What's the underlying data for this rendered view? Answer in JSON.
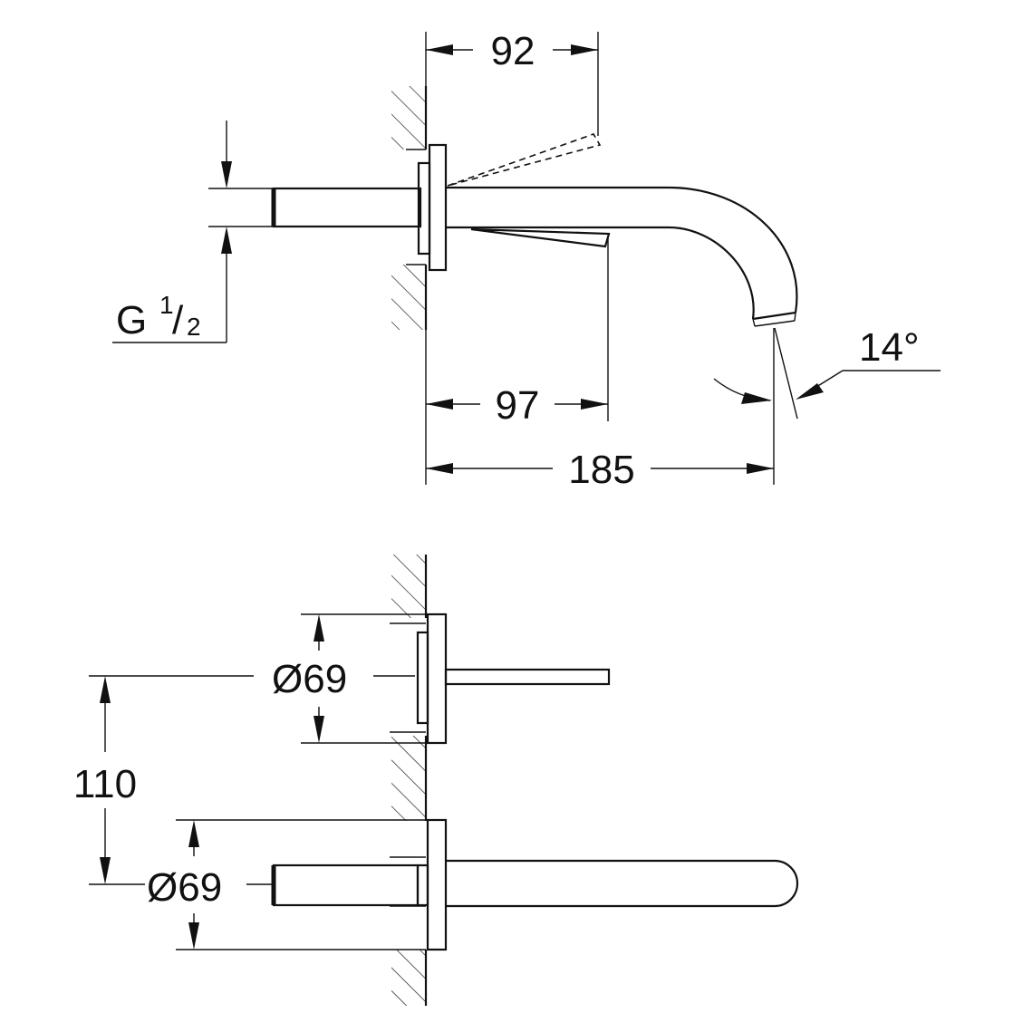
{
  "dimensions": {
    "dim_92": "92",
    "dim_97": "97",
    "dim_185": "185",
    "angle": "14°",
    "thread_g": "G",
    "thread_num": "1",
    "thread_slash": "/",
    "thread_den": "2",
    "dim_110": "110",
    "dia_top": "Ø69",
    "dia_bottom": "Ø69"
  }
}
